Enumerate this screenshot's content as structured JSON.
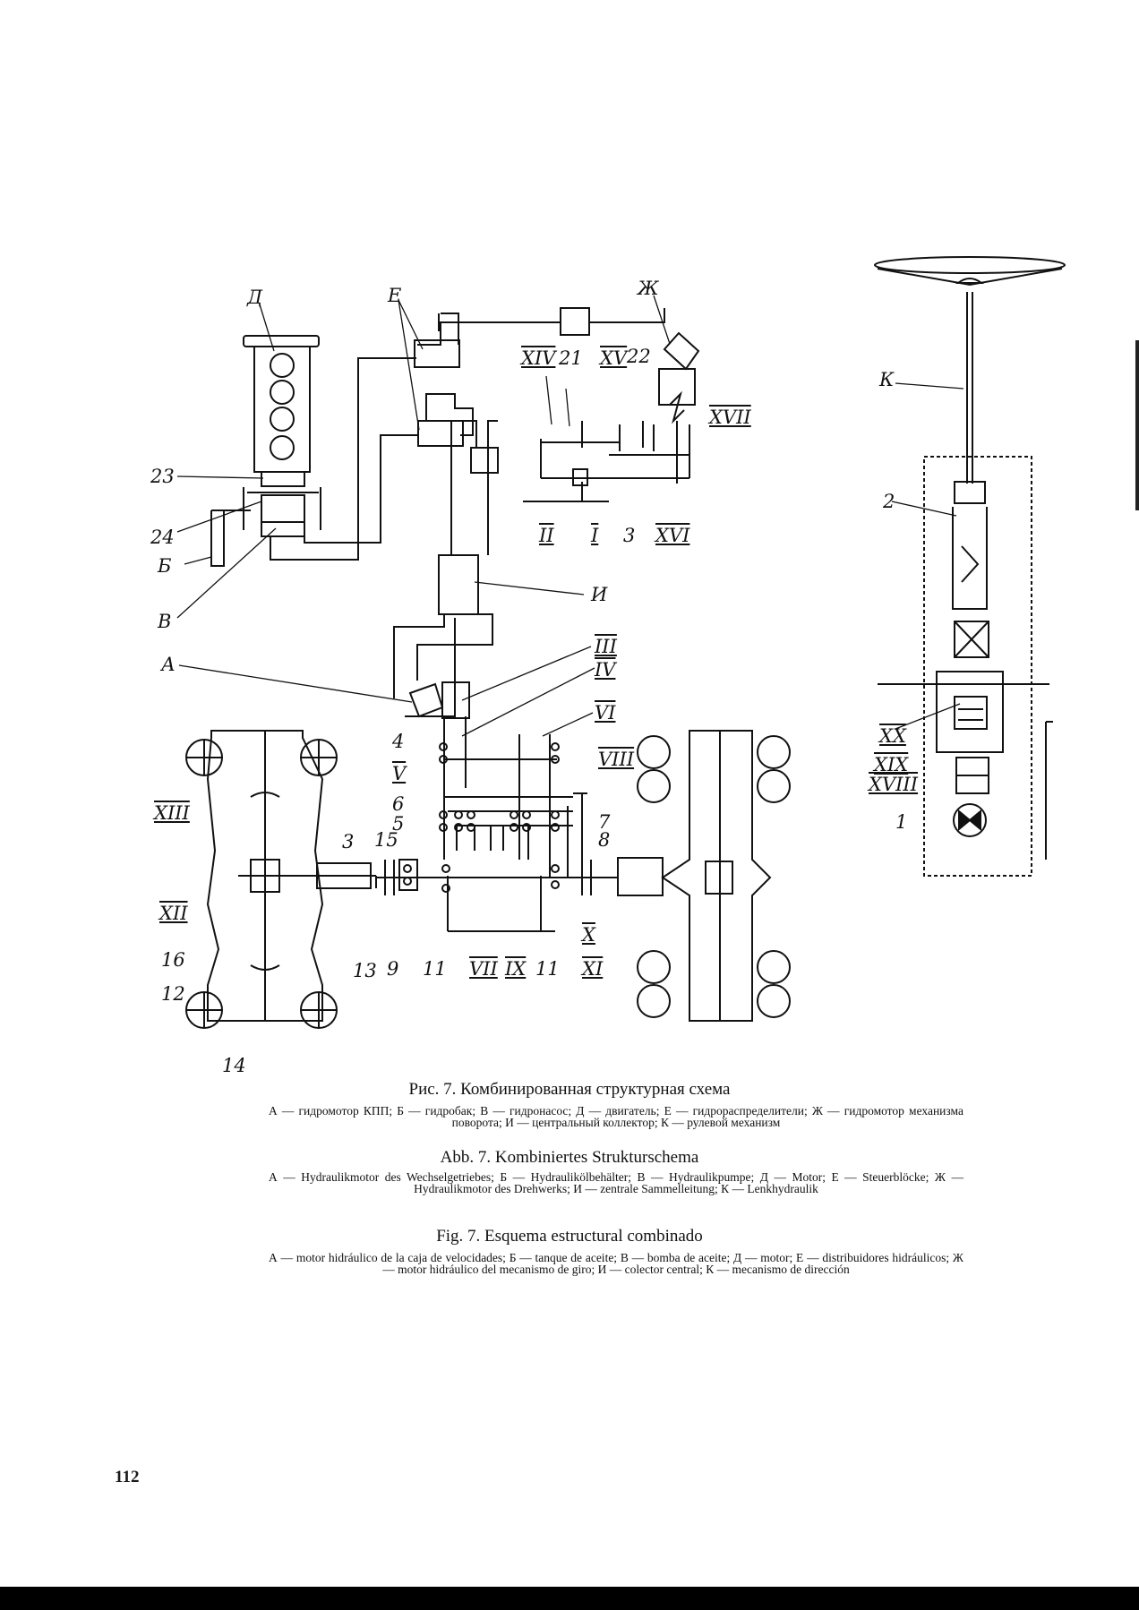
{
  "labels": {
    "D": "Д",
    "E": "Е",
    "Zh": "Ж",
    "K": "К",
    "I": "И",
    "A": "А",
    "B": "Б",
    "V": "В",
    "n21": "21",
    "n22": "22",
    "n23": "23",
    "n24": "24",
    "n2": "2",
    "n3a": "3",
    "n3b": "3",
    "n4": "4",
    "n5": "5",
    "n6": "6",
    "n7": "7",
    "n8": "8",
    "n9": "9",
    "n11a": "11",
    "n11b": "11",
    "n12": "12",
    "n13": "13",
    "n14": "14",
    "n15": "15",
    "n16": "16",
    "n1": "1",
    "rI": "I",
    "rII": "II",
    "rIII": "III",
    "rIV": "IV",
    "rV": "V",
    "rVI": "VI",
    "rVII": "VII",
    "rVIII": "VIII",
    "rIX": "IX",
    "rX": "X",
    "rXI": "XI",
    "rXII": "XII",
    "rXIII": "XIII",
    "rXIV": "XIV",
    "rXV": "XV",
    "rXVI": "XVI",
    "rXVII": "XVII",
    "rXVIIIb": "XVIII",
    "rXIX": "XIX",
    "rXX": "XX"
  },
  "captions": {
    "ru_title": "Рис. 7. Комбинированная структурная схема",
    "ru_body": "А — гидромотор КПП; Б — гидробак; В — гидронасос; Д — двигатель; Е — гидрораспределители; Ж — гидромотор механизма поворота; И — центральный коллектор; К — рулевой механизм",
    "de_title": "Abb. 7. Kombiniertes Strukturschema",
    "de_body": "А — Hydraulikmotor des Wechselgetriebes; Б — Hydraulikölbehälter; В — Hydraulikpumpe; Д — Motor; Е — Steuerblöcke; Ж — Hydraulikmotor des Drehwerks; И — zentrale Sammelleitung; К — Lenkhydraulik",
    "es_title": "Fig. 7. Esquema estructural combinado",
    "es_body": "А — motor hidráulico de la caja de velocidades; Б — tanque de aceite; В — bomba de aceite; Д — motor; Е — distribuidores hidráulicos; Ж — motor hidráulico del mecanismo de giro; И — colector central; К — mecanismo de dirección"
  },
  "page_number": "112",
  "colors": {
    "ink": "#111111",
    "paper": "#ffffff"
  }
}
